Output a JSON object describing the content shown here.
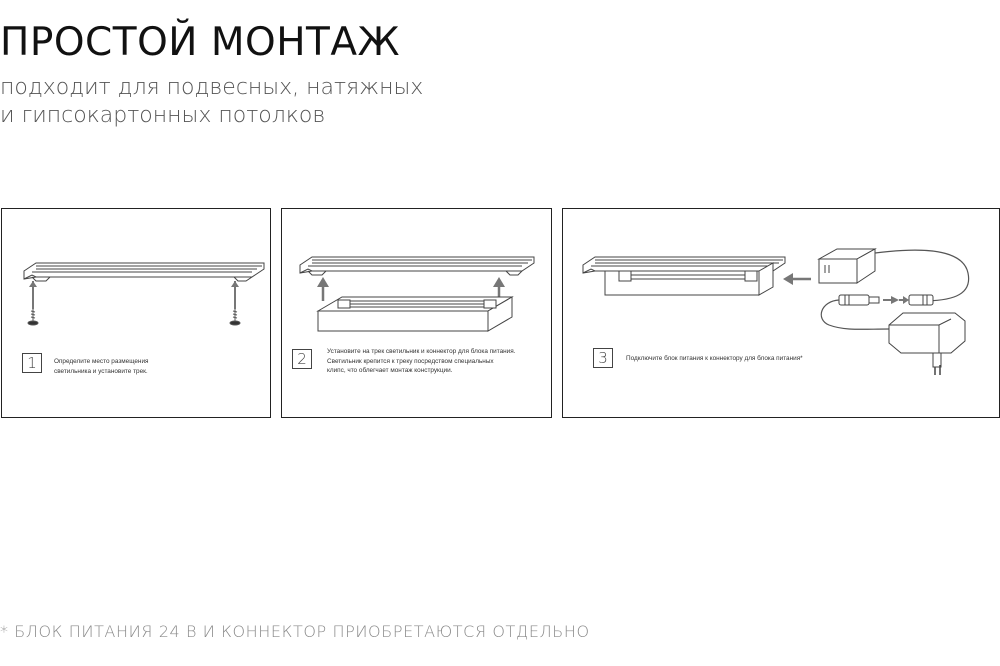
{
  "header": {
    "title": "ПРОСТОЙ МОНТАЖ",
    "subtitle_line1": "подходит для подвесных, натяжных",
    "subtitle_line2": "и гипсокартонных потолков"
  },
  "steps": [
    {
      "number": "1",
      "text_lines": [
        "Определите место размещения",
        "светильника и установите трек."
      ]
    },
    {
      "number": "2",
      "text_lines": [
        "Установите на трек светильник и коннектор для блока питания.",
        "Светильник крепится к треку посредством специальных",
        "клипс, что облегчает монтаж конструкции."
      ]
    },
    {
      "number": "3",
      "text_lines": [
        "Подключите блок питания к коннектору для блока питания*"
      ]
    }
  ],
  "footnote": "* БЛОК ПИТАНИЯ 24 В И КОННЕКТОР ПРИОБРЕТАЮТСЯ ОТДЕЛЬНО",
  "colors": {
    "line_art": "#444444",
    "arrow": "#777777",
    "footnote": "#8a8a8a"
  }
}
